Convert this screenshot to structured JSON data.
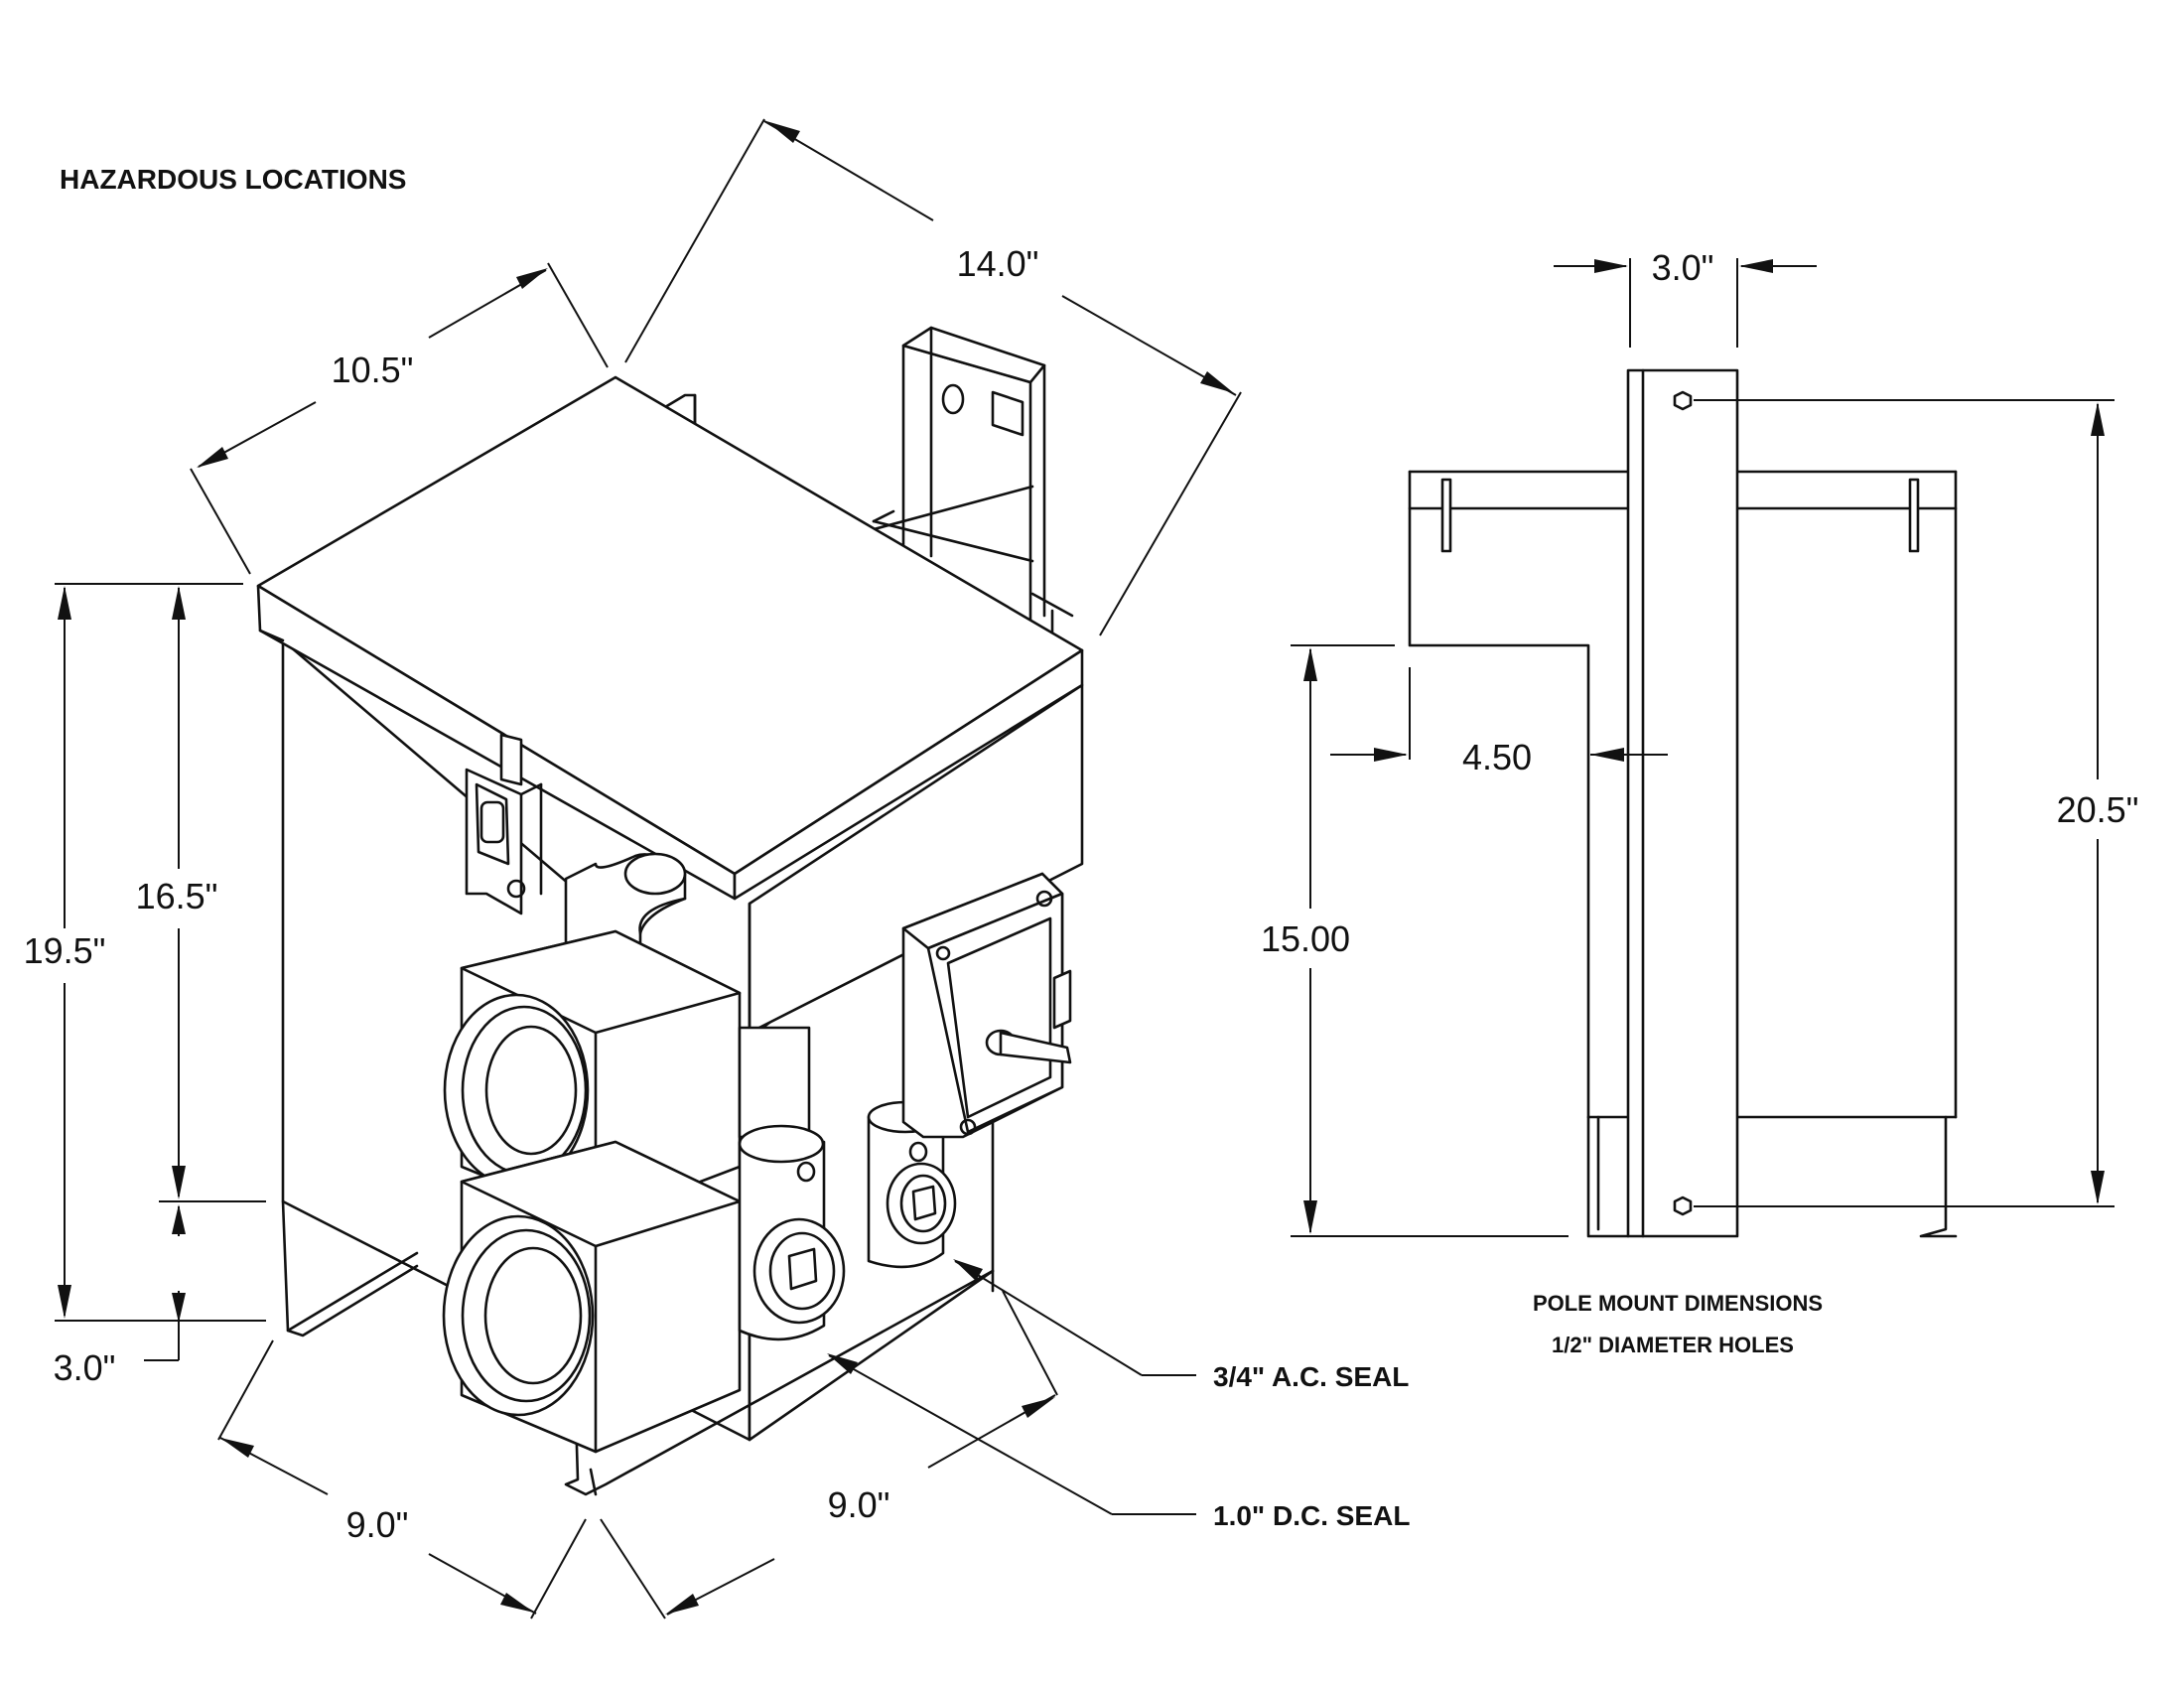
{
  "title": "HAZARDOUS LOCATIONS",
  "dimensions": {
    "top_depth": "10.5\"",
    "top_width": "14.0\"",
    "body_height": "16.5\"",
    "overall_height": "19.5\"",
    "base_height": "3.0\"",
    "base_width_left": "9.0\"",
    "base_width_right": "9.0\""
  },
  "seals": {
    "ac": "3/4\" A.C. SEAL",
    "dc": "1.0\" D.C. SEAL"
  },
  "pole_mount": {
    "bracket_width": "3.0\"",
    "offset": "4.50",
    "height_15": "15.00",
    "height_20": "20.5\"",
    "caption_line1": "POLE MOUNT DIMENSIONS",
    "caption_line2": "1/2\" DIAMETER HOLES"
  }
}
